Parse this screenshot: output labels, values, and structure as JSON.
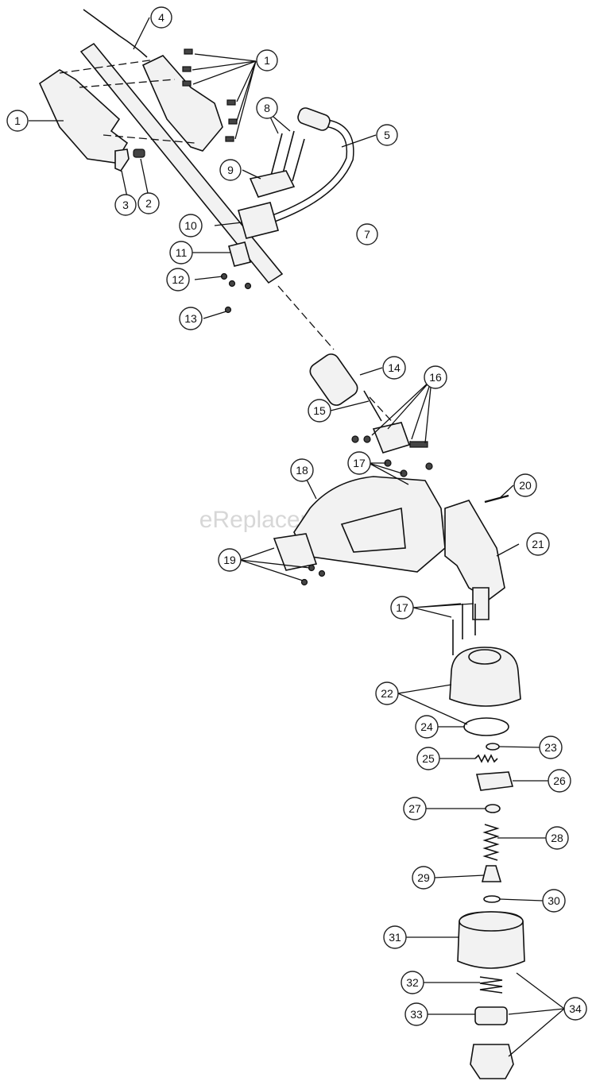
{
  "watermark": "eReplacementParts.com",
  "callouts": [
    {
      "id": "c1a",
      "label": "1"
    },
    {
      "id": "c1b",
      "label": "1"
    },
    {
      "id": "c2",
      "label": "2"
    },
    {
      "id": "c3",
      "label": "3"
    },
    {
      "id": "c4",
      "label": "4"
    },
    {
      "id": "c5",
      "label": "5"
    },
    {
      "id": "c7",
      "label": "7"
    },
    {
      "id": "c8",
      "label": "8"
    },
    {
      "id": "c9",
      "label": "9"
    },
    {
      "id": "c10",
      "label": "10"
    },
    {
      "id": "c11",
      "label": "11"
    },
    {
      "id": "c12",
      "label": "12"
    },
    {
      "id": "c13",
      "label": "13"
    },
    {
      "id": "c14",
      "label": "14"
    },
    {
      "id": "c15",
      "label": "15"
    },
    {
      "id": "c16",
      "label": "16"
    },
    {
      "id": "c17a",
      "label": "17"
    },
    {
      "id": "c17b",
      "label": "17"
    },
    {
      "id": "c18",
      "label": "18"
    },
    {
      "id": "c19",
      "label": "19"
    },
    {
      "id": "c20",
      "label": "20"
    },
    {
      "id": "c21",
      "label": "21"
    },
    {
      "id": "c22",
      "label": "22"
    },
    {
      "id": "c23",
      "label": "23"
    },
    {
      "id": "c24",
      "label": "24"
    },
    {
      "id": "c25",
      "label": "25"
    },
    {
      "id": "c26",
      "label": "26"
    },
    {
      "id": "c27",
      "label": "27"
    },
    {
      "id": "c28",
      "label": "28"
    },
    {
      "id": "c29",
      "label": "29"
    },
    {
      "id": "c30",
      "label": "30"
    },
    {
      "id": "c31",
      "label": "31"
    },
    {
      "id": "c32",
      "label": "32"
    },
    {
      "id": "c33",
      "label": "33"
    },
    {
      "id": "c34",
      "label": "34"
    }
  ]
}
